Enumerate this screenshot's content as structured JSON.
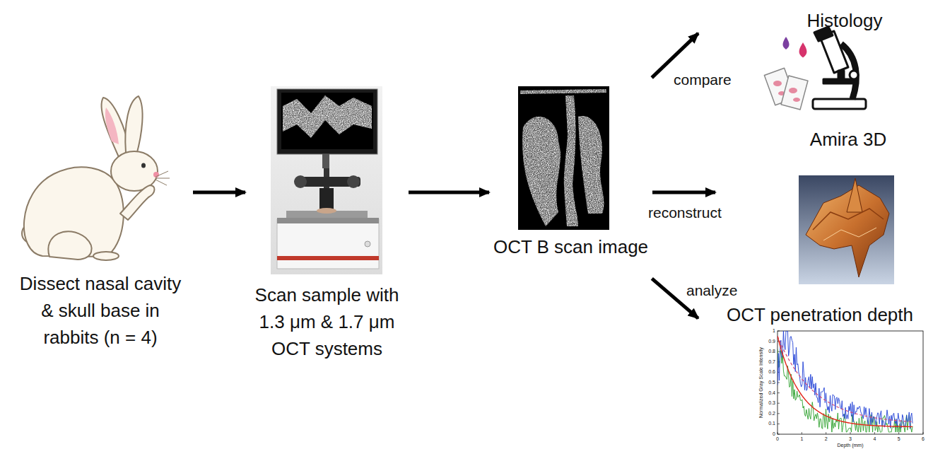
{
  "diagram": {
    "nodes": [
      {
        "text": [
          "Dissect nasal cavity & skull base in rabbits (n = 4)"
        ]
      },
      {
        "text": [
          "Scan sample with 1.3 μm & 1.7 μm OCT systems"
        ]
      },
      {
        "text": [
          "OCT B scan image"
        ]
      },
      {
        "text": [
          "Histology"
        ]
      },
      {
        "text": [
          "Amira 3D"
        ]
      },
      {
        "text": [
          "OCT penetration depth"
        ]
      }
    ],
    "edges": [
      {
        "from": 0,
        "to": 1,
        "arrow": "to"
      },
      {
        "from": 1,
        "to": 2,
        "arrow": "to"
      },
      {
        "from": 2,
        "to": 3,
        "label": "compare",
        "arrow": "to"
      },
      {
        "from": 2,
        "to": 4,
        "label": "reconstruct",
        "arrow": "to"
      },
      {
        "from": 2,
        "to": 5,
        "label": "analyze",
        "arrow": "to"
      }
    ],
    "labels": [
      "Normalized Gray Scale Intensity",
      "Depth (mm)",
      "0",
      "1",
      "2",
      "3",
      "4",
      "5",
      "6",
      "0",
      "0.1",
      "0.2",
      "0.3",
      "0.4",
      "0.5",
      "0.6",
      "0.7",
      "0.8",
      "0.9",
      "1"
    ]
  }
}
